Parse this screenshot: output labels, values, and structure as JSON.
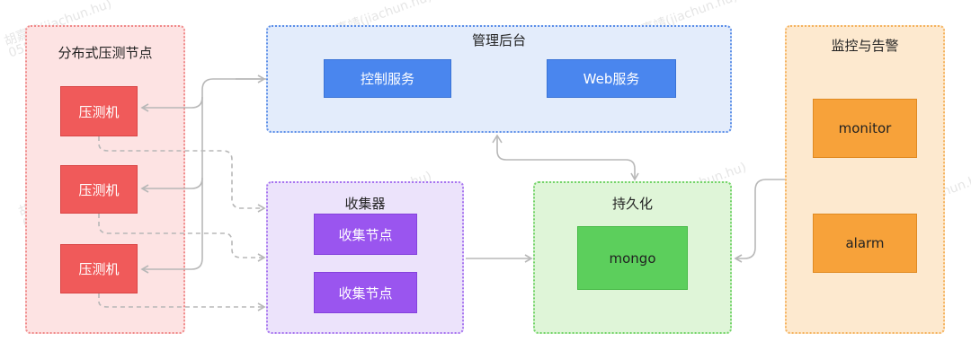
{
  "groups": {
    "distributed": {
      "title": "分布式压测节点"
    },
    "admin": {
      "title": "管理后台"
    },
    "monitoring": {
      "title": "监控与告警"
    },
    "collector": {
      "title": "收集器"
    },
    "persistence": {
      "title": "持久化"
    }
  },
  "nodes": {
    "stress1": "压测机",
    "stress2": "压测机",
    "stress3": "压测机",
    "control": "控制服务",
    "web": "Web服务",
    "monitor": "monitor",
    "alarm": "alarm",
    "collect1": "收集节点",
    "collect2": "收集节点",
    "mongo": "mongo"
  },
  "watermark": {
    "name": "胡嘉靖(jiachun.hu)",
    "code": "0582"
  },
  "colors": {
    "red_group_bg": "#fde3e3",
    "red_node": "#f05a5a",
    "blue_group_bg": "#e3ecfb",
    "blue_node": "#4a86ee",
    "purple_group_bg": "#ece3fb",
    "purple_node": "#9a55ef",
    "green_group_bg": "#dff5d8",
    "green_node": "#5ccf5c",
    "orange_group_bg": "#fde9cf",
    "orange_node": "#f7a23a",
    "connector": "#b8b8b8"
  }
}
